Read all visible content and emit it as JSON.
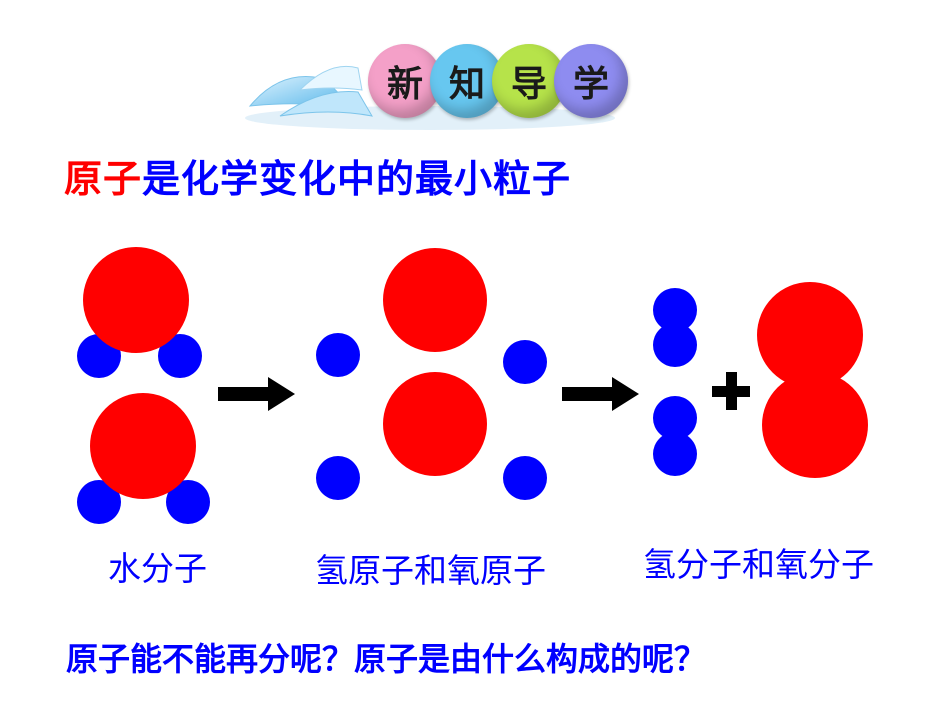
{
  "banner": {
    "badges": [
      {
        "char": "新",
        "color": "#f4a0c8"
      },
      {
        "char": "知",
        "color": "#67c7f0"
      },
      {
        "char": "导",
        "color": "#b6e34a"
      },
      {
        "char": "学",
        "color": "#8e8cf0"
      }
    ]
  },
  "headline": {
    "red_part": "原子",
    "blue_part": "是化学变化中的最小粒子"
  },
  "labels": {
    "water": "水分子",
    "atoms": "氢原子和氧原子",
    "molecules": "氢分子和氧分子"
  },
  "question": "原子能不能再分呢？原子是由什么构成的呢？",
  "colors": {
    "oxygen": "#ff0000",
    "hydrogen": "#0000ff",
    "text_blue": "#0000ff",
    "text_red": "#ff0000"
  }
}
